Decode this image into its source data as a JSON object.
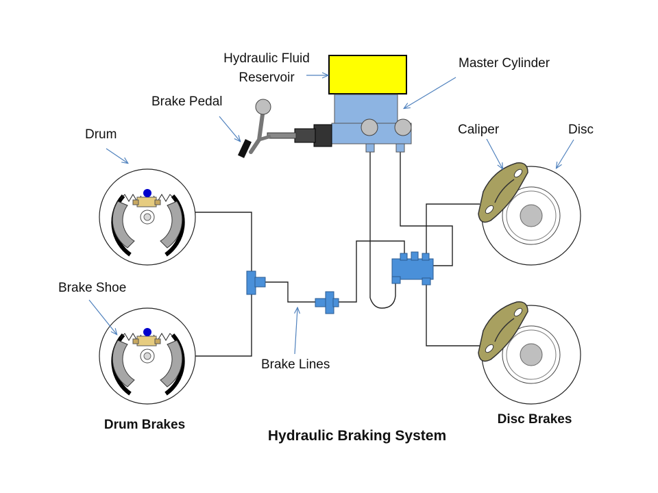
{
  "diagram": {
    "title": "Hydraulic Braking System",
    "labels": {
      "reservoir_line1": "Hydraulic Fluid",
      "reservoir_line2": "Reservoir",
      "master_cylinder": "Master Cylinder",
      "brake_pedal": "Brake Pedal",
      "drum": "Drum",
      "caliper": "Caliper",
      "disc": "Disc",
      "brake_shoe": "Brake Shoe",
      "brake_lines": "Brake Lines",
      "drum_brakes": "Drum Brakes",
      "disc_brakes": "Disc Brakes"
    }
  },
  "colors": {
    "reservoir": "#ffff00",
    "cylinder": "#8db4e2",
    "caliper": "#a8a060",
    "title": "#e00000",
    "arrow": "#4f81bd",
    "shoe": "#a6a6a6",
    "valve": "#4a90d9"
  }
}
